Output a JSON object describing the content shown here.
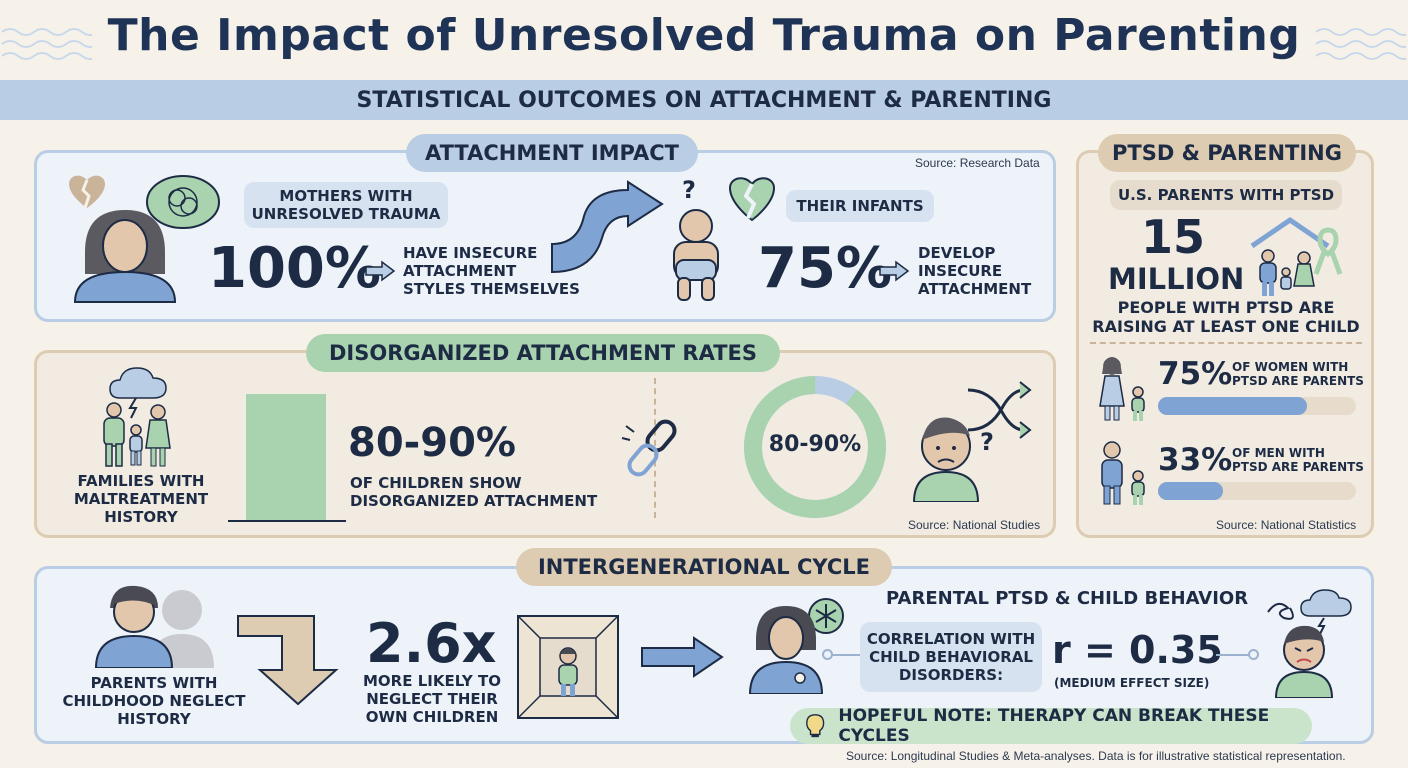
{
  "title": "The Impact of Unresolved Trauma on Parenting",
  "subtitle": "STATISTICAL OUTCOMES ON ATTACHMENT & PARENTING",
  "colors": {
    "navy": "#1d2b45",
    "blue": "#b9cde4",
    "green": "#a9d3ae",
    "tan": "#ddccb2",
    "bar": "#7fa3d3"
  },
  "attachment": {
    "heading": "ATTACHMENT IMPACT",
    "source": "Source: Research Data",
    "mothers_label": "MOTHERS WITH\nUNRESOLVED TRAUMA",
    "mothers_stat": "100%",
    "mothers_desc": "HAVE INSECURE\nATTACHMENT\nSTYLES THEMSELVES",
    "infants_label": "THEIR INFANTS",
    "infants_stat": "75%",
    "infants_desc": "DEVELOP\nINSECURE\nATTACHMENT",
    "question_mark": "?"
  },
  "disorganized": {
    "heading": "DISORGANIZED ATTACHMENT RATES",
    "families_label": "FAMILIES WITH\nMALTREATMENT\nHISTORY",
    "stat": "80-90%",
    "desc": "OF CHILDREN SHOW\nDISORGANIZED ATTACHMENT",
    "donut_label": "80-90%",
    "donut_fraction": 0.9,
    "source": "Source: National Studies"
  },
  "ptsd": {
    "heading": "PTSD & PARENTING",
    "us_label": "U.S. PARENTS WITH PTSD",
    "number": "15",
    "number_unit": "MILLION",
    "desc": "PEOPLE WITH PTSD ARE\nRAISING AT LEAST ONE CHILD",
    "women_stat": "75%",
    "women_desc": "OF WOMEN WITH\nPTSD ARE PARENTS",
    "women_fraction": 0.75,
    "men_stat": "33%",
    "men_desc": "OF MEN WITH\nPTSD ARE PARENTS",
    "men_fraction": 0.33,
    "source": "Source: National Statistics"
  },
  "cycle": {
    "heading": "INTERGENERATIONAL CYCLE",
    "parents_label": "PARENTS WITH\nCHILDHOOD NEGLECT\nHISTORY",
    "stat": "2.6x",
    "desc": "MORE LIKELY TO\nNEGLECT THEIR\nOWN CHILDREN",
    "behavior_heading": "PARENTAL PTSD & CHILD BEHAVIOR",
    "correlation_label": "CORRELATION WITH\nCHILD BEHAVIORAL\nDISORDERS:",
    "r_value": "r = 0.35",
    "effect": "(MEDIUM EFFECT SIZE)",
    "hope": "HOPEFUL NOTE: THERAPY CAN BREAK THESE CYCLES"
  },
  "footer": "Source: Longitudinal Studies & Meta-analyses. Data is for illustrative statistical representation."
}
